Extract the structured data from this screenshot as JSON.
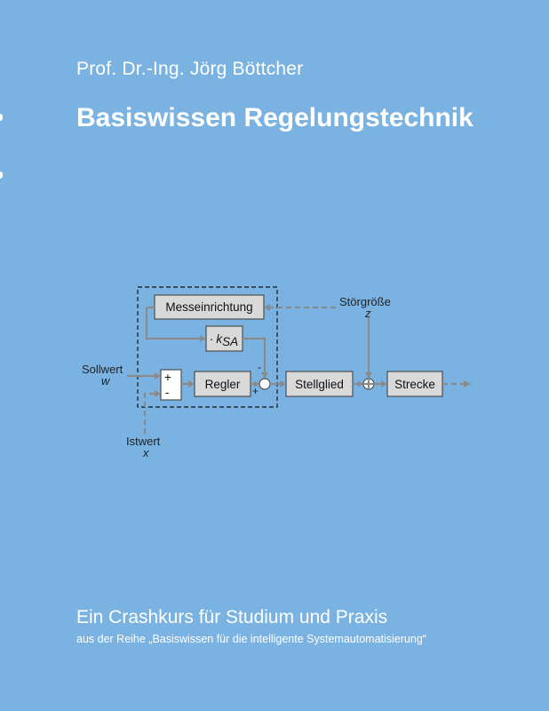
{
  "cover": {
    "author": "Prof. Dr.-Ing. Jörg Böttcher",
    "title": "Basiswissen Regelungstechnik",
    "subtitle": "Ein Crashkurs für Studium und Praxis",
    "series": "aus der Reihe „Basiswissen für die intelligente Systemautomatisierung“"
  },
  "diagram": {
    "blocks": {
      "messeinrichtung": "Messeinrichtung",
      "gain_prefix": "·",
      "gain_symbol": "k",
      "gain_subscript": "SA",
      "regler": "Regler",
      "stellglied": "Stellglied",
      "strecke": "Strecke"
    },
    "signals": {
      "sollwert": "Sollwert",
      "sollwert_symbol": "w",
      "istwert": "Istwert",
      "istwert_symbol": "x",
      "stoergroesse": "Störgröße",
      "stoergroesse_symbol": "z"
    },
    "signs": {
      "plus": "+",
      "minus": "-"
    }
  },
  "colors": {
    "background": "#7ab3e2",
    "text": "#ffffff",
    "block_fill": "#d9d9d9",
    "line": "#8a8a8a"
  }
}
